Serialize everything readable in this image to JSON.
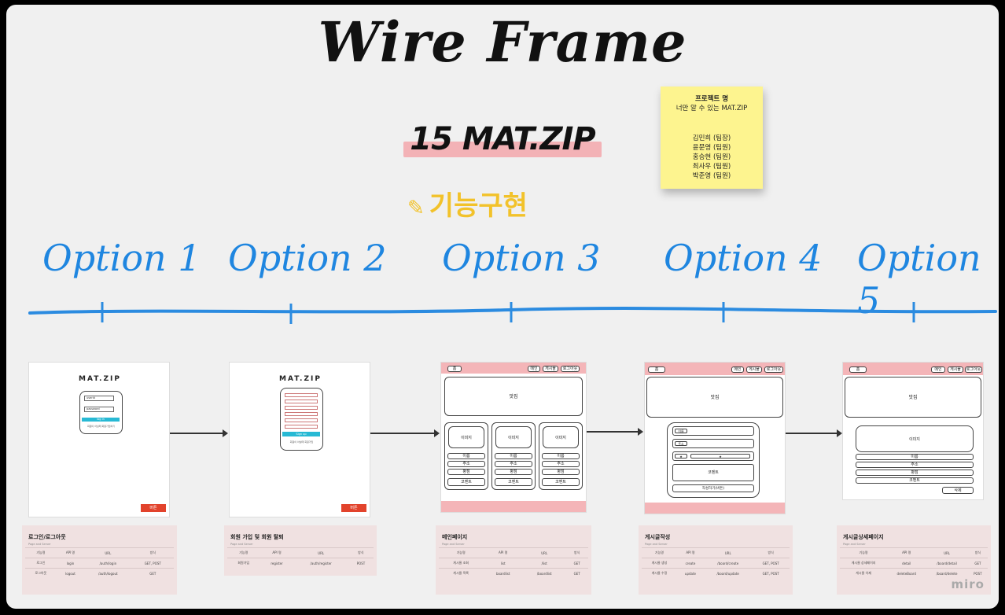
{
  "title": "Wire Frame",
  "subtitle": "15 MAT.ZIP",
  "feature": {
    "icon": "pushpin-icon",
    "label": "기능구현"
  },
  "sticky": {
    "title": "프로젝트 명",
    "project": "너만 알 수 있는 MAT.ZIP",
    "members": [
      "김민희 (팀장)",
      "윤문영 (팀원)",
      "홍승현 (팀원)",
      "최사우 (팀원)",
      "박준영 (팀원)"
    ]
  },
  "options": [
    "Option 1",
    "Option 2",
    "Option 3",
    "Option 4",
    "Option 5"
  ],
  "colors": {
    "timeline": "#2b8be0",
    "sticky": "#fdf48f",
    "accent_bar": "#f4b5b8",
    "feature": "#f2c22a"
  },
  "mock1": {
    "logo": "MAT.ZIP",
    "id": "userId",
    "pw": "password",
    "login": "log in",
    "signup_prompt": "회원이 아닐때 회원가입하기",
    "button": "버튼"
  },
  "mock2": {
    "logo": "MAT.ZIP",
    "fields": [
      "",
      "",
      "",
      "",
      "",
      ""
    ],
    "signup": "Sign up",
    "login_prompt": "회원이 아닐때 회원가입",
    "button": "버튼"
  },
  "mock3": {
    "home": "홈",
    "nav": [
      "메인",
      "게시물",
      "로그아웃"
    ],
    "hero": "맛집",
    "cards": [
      {
        "title": "이미지",
        "rows": [
          "이름",
          "주소",
          "평점",
          "코멘트"
        ]
      },
      {
        "title": "이미지",
        "rows": [
          "이름",
          "주소",
          "평점",
          "코멘트"
        ]
      },
      {
        "title": "이미지",
        "rows": [
          "이름",
          "주소",
          "평점",
          "코멘트"
        ]
      }
    ]
  },
  "mock4": {
    "home": "홈",
    "nav": [
      "메인",
      "게시물",
      "로그아웃"
    ],
    "hero": "맛집",
    "name": "이름",
    "addr": "주소",
    "star": "★",
    "comment": "코멘트",
    "submit": "작성하기(버튼)"
  },
  "mock5": {
    "home": "홈",
    "nav": [
      "메인",
      "게시물",
      "로그아웃"
    ],
    "hero": "맛집",
    "image": "이미지",
    "rows": [
      "이름",
      "주소",
      "평점",
      "코멘트"
    ],
    "delete": "삭제"
  },
  "cards": [
    {
      "title": "로그인/로그아웃",
      "sub": "Page and Server",
      "head": [
        "기능명",
        "API 명",
        "URL",
        "방식"
      ],
      "rows": [
        [
          "로그인",
          "login",
          "/auth/login",
          "GET, POST"
        ],
        [
          "로그아웃",
          "logout",
          "/auth/logout",
          "GET"
        ]
      ]
    },
    {
      "title": "회원 가입 및 회원 탈퇴",
      "sub": "Page and Server",
      "head": [
        "기능명",
        "API 명",
        "URL",
        "방식"
      ],
      "rows": [
        [
          "회원가입",
          "register",
          "/auth/register",
          "POST"
        ]
      ]
    },
    {
      "title": "메인페이지",
      "sub": "Page and Server",
      "head": [
        "기능명",
        "API 명",
        "URL",
        "방식"
      ],
      "rows": [
        [
          "게시물 조회",
          "list",
          "/list",
          "GET"
        ],
        [
          "게시물 목록",
          "boardlist",
          "/boardlist",
          "GET"
        ]
      ]
    },
    {
      "title": "게시글작성",
      "sub": "Page and Server",
      "head": [
        "기능명",
        "API 명",
        "URL",
        "방식"
      ],
      "rows": [
        [
          "게시물 생성",
          "create",
          "/board/create",
          "GET, POST"
        ],
        [
          "게시물 수정",
          "update",
          "/board/update",
          "GET, POST"
        ]
      ]
    },
    {
      "title": "게시글상세페이지",
      "sub": "Page and Server",
      "head": [
        "기능명",
        "API 명",
        "URL",
        "방식"
      ],
      "rows": [
        [
          "게시물 상세페이지",
          "detail",
          "/board/detail",
          "GET"
        ],
        [
          "게시물 삭제",
          "deleteBoard",
          "/board/delete",
          "POST"
        ]
      ]
    }
  ],
  "watermark": "miro"
}
